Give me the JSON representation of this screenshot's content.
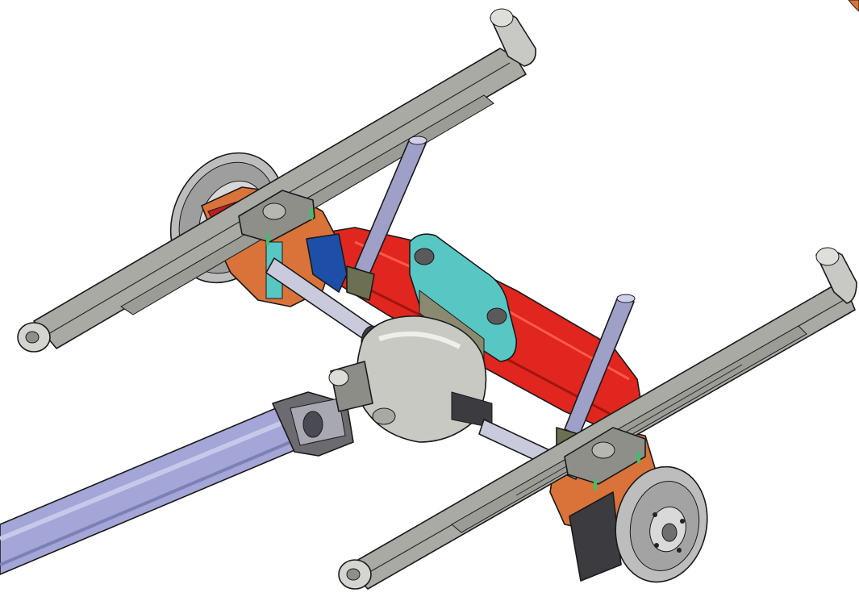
{
  "scene": {
    "type": "cad-render",
    "subject_icon": "rear-axle-leaf-spring-assembly-icon",
    "background": "#ffffff"
  },
  "colors": {
    "leaf_spring": "#a9aaa4",
    "leaf_spring_edge": "#2b2b2b",
    "axle_beam_red": "#e0261e",
    "spring_seat_orange": "#d9733a",
    "bracket_teal": "#58c7c4",
    "bracket_blue": "#1e4fa8",
    "shock_absorber": "#9fa0c8",
    "propshaft": "#a3a6d6",
    "differential_housing": "#c9c9c4",
    "brake_disc": "#bdbdbd",
    "u_bolt_green": "#3fbf6a"
  },
  "parts": [
    {
      "name": "leaf-spring-left"
    },
    {
      "name": "leaf-spring-right"
    },
    {
      "name": "axle-beam"
    },
    {
      "name": "differential"
    },
    {
      "name": "propeller-shaft"
    },
    {
      "name": "shock-absorber-left"
    },
    {
      "name": "shock-absorber-right"
    },
    {
      "name": "brake-disc-left"
    },
    {
      "name": "brake-disc-right"
    },
    {
      "name": "center-mount-bracket"
    }
  ]
}
